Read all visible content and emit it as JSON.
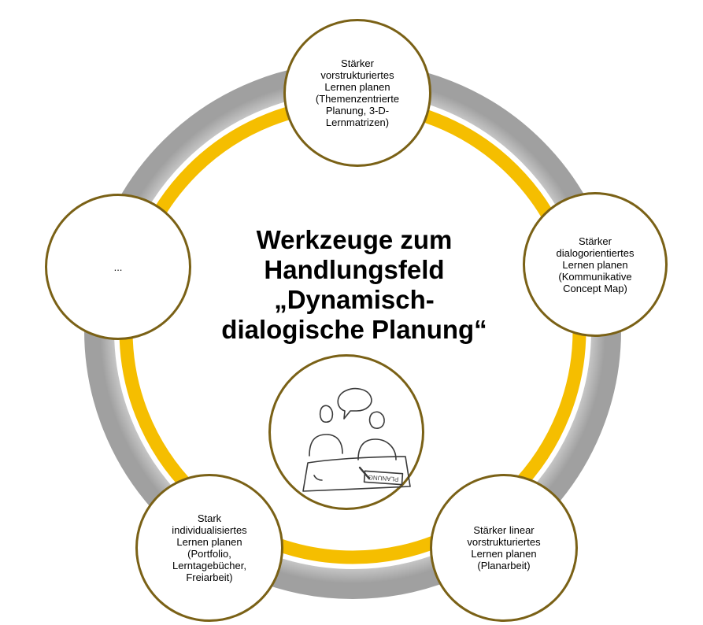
{
  "title": "Werkzeuge zum\nHandlungsfeld\n„Dynamisch-\ndialogische Planung“",
  "nodes": {
    "top": "Stärker\nvorstrukturiertes\nLernen planen\n(Themenzentrierte\nPlanung, 3-D-\nLernmatrizen)",
    "right": "Stärker\ndialogorientiertes\nLernen planen\n(Kommunikative\nConcept Map)",
    "bottom_right": "Stärker linear\nvorstrukturiertes\nLernen planen\n(Planarbeit)",
    "bottom_left": "Stark\nindividualisiertes\nLernen planen\n(Portfolio,\nLerntagebücher,\nFreiarbeit)",
    "left": "..."
  },
  "sketch": {
    "sign_text": "PLANUNG",
    "icon": "two-people-planning-sketch"
  },
  "colors": {
    "ring_gray": "#a9a9a9",
    "ring_yellow": "#f5be00",
    "circle_border": "#7a6116"
  }
}
